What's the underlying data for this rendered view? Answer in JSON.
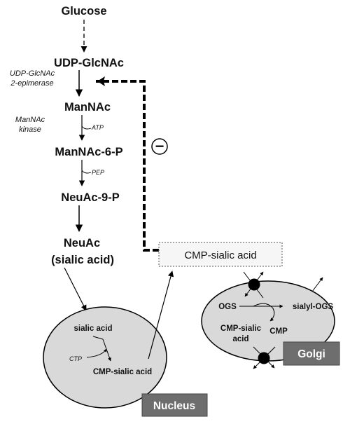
{
  "pathway": {
    "glucose": "Glucose",
    "udp_glcnac": "UDP-GlcNAc",
    "mannac": "ManNAc",
    "mannac_6p": "ManNAc-6-P",
    "neuac_9p": "NeuAc-9-P",
    "neuac": "NeuAc",
    "neuac_sub": "(sialic acid)"
  },
  "enzymes": {
    "epimerase_line1": "UDP-GlcNAc",
    "epimerase_line2": "2-epimerase",
    "kinase_line1": "ManNAc",
    "kinase_line2": "kinase"
  },
  "cofactors": {
    "atp": "ATP",
    "pep": "PEP",
    "ctp": "CTP"
  },
  "feedback": {
    "inhibition_symbol": "−",
    "cmp_sialic_box": "CMP-sialic acid"
  },
  "nucleus": {
    "label": "Nucleus",
    "sialic_acid": "sialic acid",
    "cmp_sialic": "CMP-sialic  acid"
  },
  "golgi": {
    "label": "Golgi",
    "ogs": "OGS",
    "sialyl_ogs": "sialyl-OGS",
    "cmp_sialic_line1": "CMP-sialic",
    "cmp_sialic_line2": "acid",
    "cmp": "CMP"
  },
  "colors": {
    "compartment_fill": "#d9d9d9",
    "label_box_fill": "#6e6e6e",
    "line": "#000000"
  }
}
